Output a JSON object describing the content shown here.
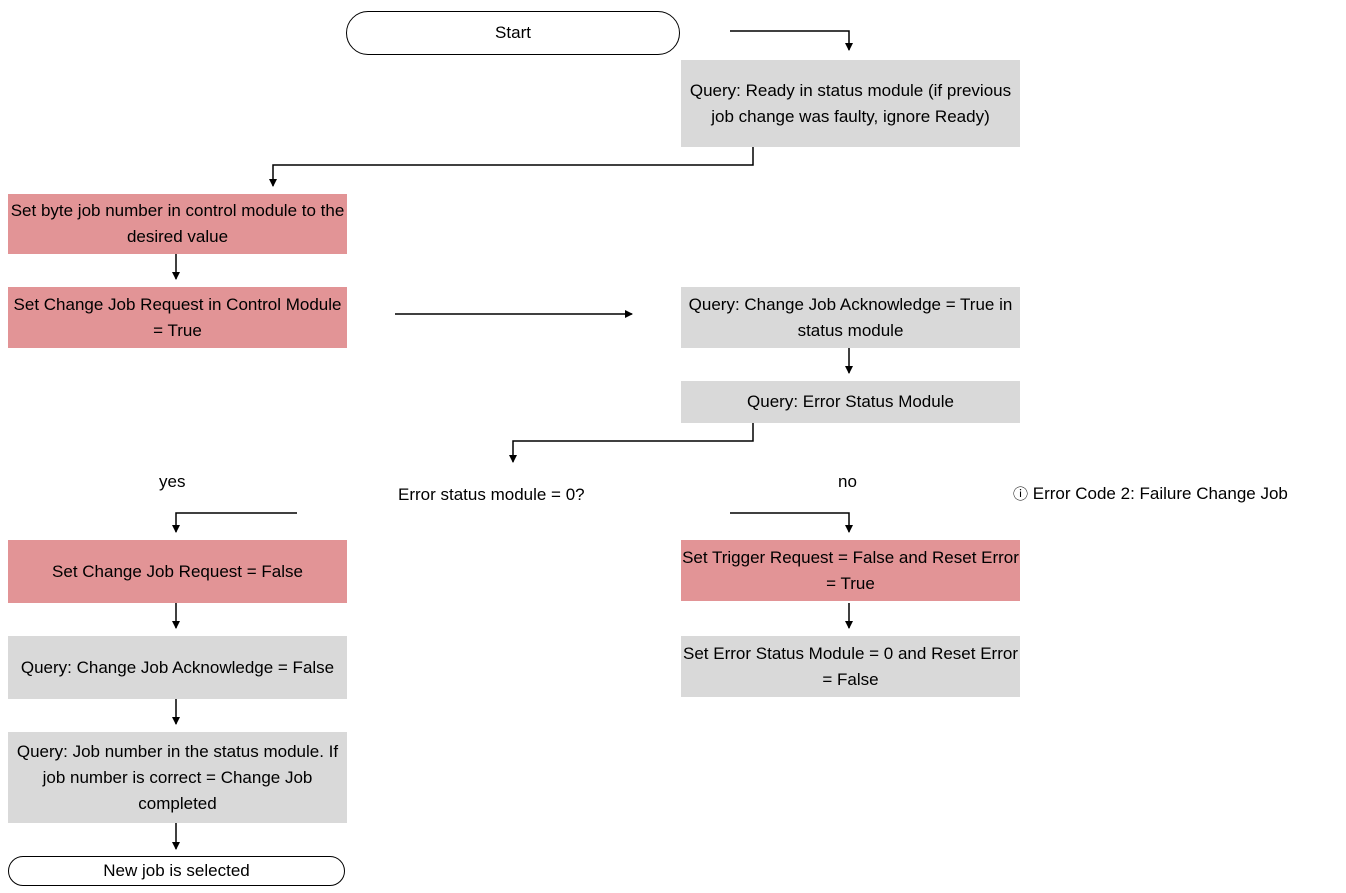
{
  "nodes": {
    "start": "Start",
    "query_ready": "Query: Ready in status module (if previous job change was faulty, ignore Ready)",
    "set_job_number": "Set byte job number in control module to the desired value",
    "set_change_job_request": "Set Change Job Request in Control Module = True",
    "query_ack_true": "Query: Change Job Acknowledge = True in status module",
    "query_error_status": "Query: Error Status Module",
    "decision": "Error status module = 0?",
    "set_request_false": "Set Change Job Request = False",
    "query_ack_false": "Query: Change Job Acknowledge = False",
    "query_job_number": "Query: Job number in the status module. If job number is correct = Change Job completed",
    "end": "New job is selected",
    "set_trigger_false": "Set Trigger Request = False and Reset Error = True",
    "set_error_zero": "Set Error Status Module = 0 and Reset Error = False"
  },
  "labels": {
    "yes": "yes",
    "no": "no"
  },
  "note": {
    "icon": "info-circle-icon",
    "glyph": "ⓘ",
    "text": "Error Code 2: Failure Change Job"
  },
  "colors": {
    "query_fill": "#d9d9d9",
    "action_fill": "#e29496",
    "line": "#000000"
  }
}
